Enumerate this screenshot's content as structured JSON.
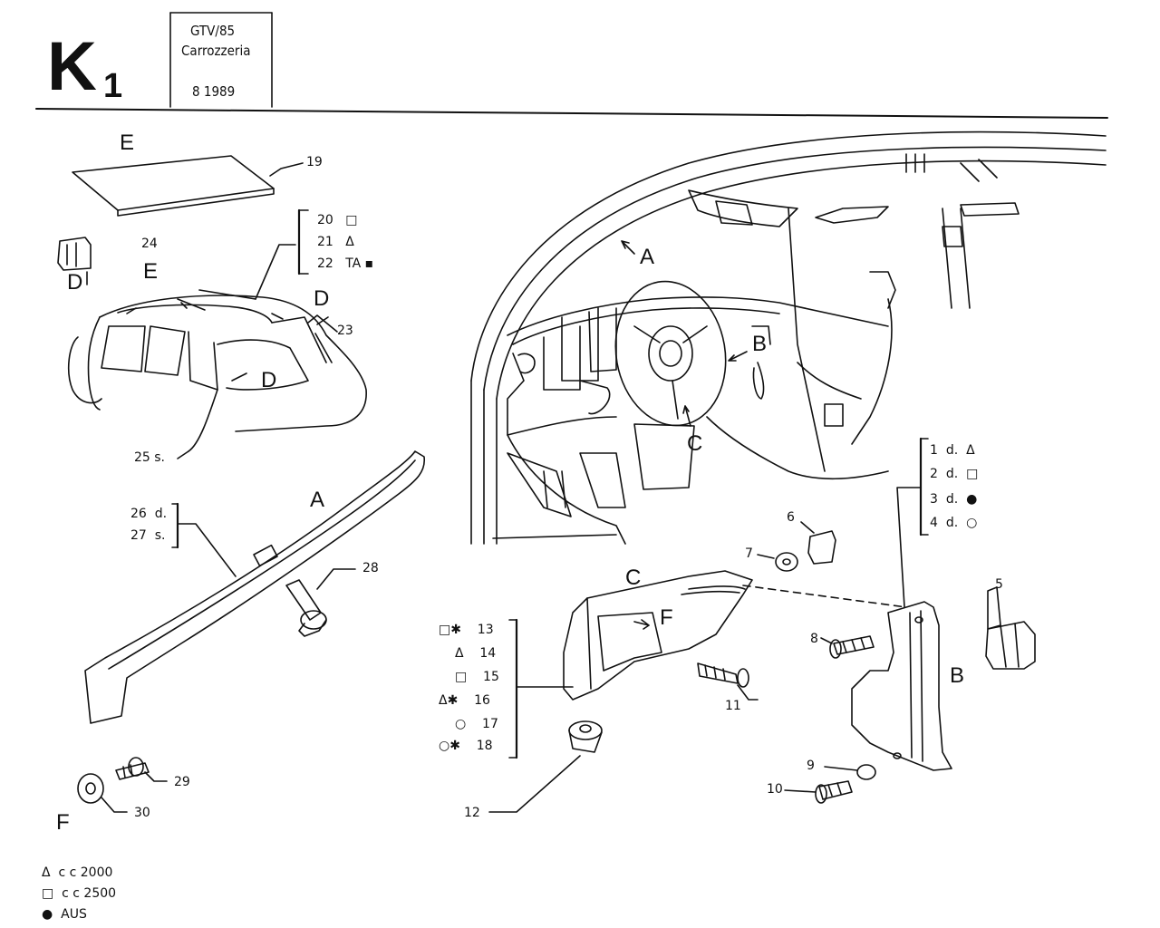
{
  "header": {
    "page_code": "K",
    "page_code_sub": "1",
    "model": "GTV/85",
    "section": "Carrozzeria",
    "date": "8  1989"
  },
  "view_letters": {
    "e_top": "E",
    "d_small": "D",
    "e_car": "E",
    "d_car_upper": "D",
    "d_car_lower": "D",
    "a_sill": "A",
    "a_interior": "A",
    "b_interior": "B",
    "c_interior": "C",
    "c_panel": "C",
    "f_panel": "F",
    "b_trim": "B",
    "f_bottom": "F"
  },
  "callouts": {
    "n19": "19",
    "n23": "23",
    "n24": "24",
    "n25": "25 s.",
    "n28": "28",
    "n6": "6",
    "n7": "7",
    "n5": "5",
    "n8": "8",
    "n11": "11",
    "n9": "9",
    "n10": "10",
    "n12": "12",
    "n29": "29",
    "n30": "30"
  },
  "group_20_22": [
    {
      "num": "20",
      "sym": "□"
    },
    {
      "num": "21",
      "sym": "Δ"
    },
    {
      "num": "22",
      "sym": "TA ▪"
    }
  ],
  "group_26_27": [
    {
      "num": "26",
      "side": "d."
    },
    {
      "num": "27",
      "side": "s."
    }
  ],
  "group_1_4": [
    {
      "num": "1",
      "side": "d.",
      "sym": "Δ"
    },
    {
      "num": "2",
      "side": "d.",
      "sym": "□"
    },
    {
      "num": "3",
      "side": "d.",
      "sym": "●"
    },
    {
      "num": "4",
      "side": "d.",
      "sym": "○"
    }
  ],
  "group_13_18": [
    {
      "sym": "□✱",
      "num": "13"
    },
    {
      "sym": "Δ",
      "num": "14"
    },
    {
      "sym": "□",
      "num": "15"
    },
    {
      "sym": "Δ✱",
      "num": "16"
    },
    {
      "sym": "○",
      "num": "17"
    },
    {
      "sym": "○✱",
      "num": "18"
    }
  ],
  "legend": [
    {
      "sym": "Δ",
      "text": "c c  2000"
    },
    {
      "sym": "□",
      "text": "c c  2500"
    },
    {
      "sym": "●",
      "text": "AUS"
    }
  ]
}
